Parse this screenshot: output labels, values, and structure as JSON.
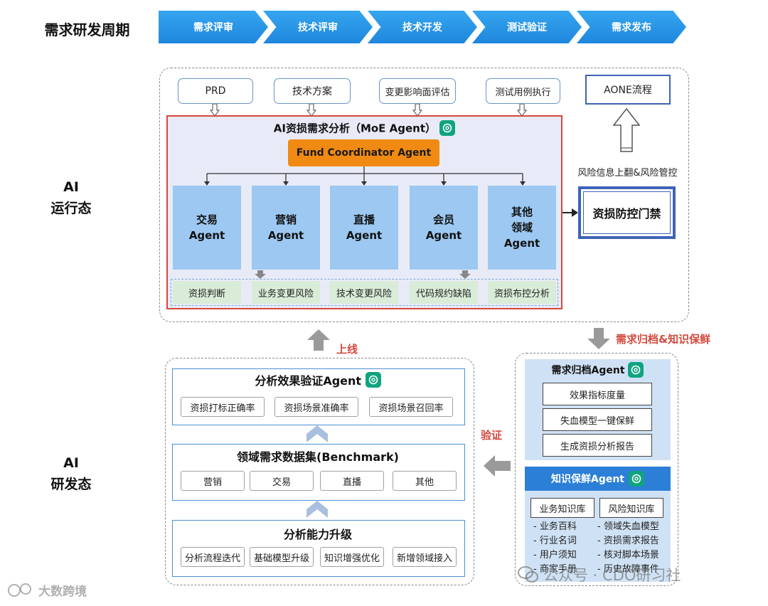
{
  "header": {
    "row_label": "需求研发周期",
    "stages": [
      "需求评审",
      "技术评审",
      "技术开发",
      "测试验证",
      "需求发布"
    ]
  },
  "sections": {
    "runtime_label_1": "AI",
    "runtime_label_2": "运行态",
    "dev_label_1": "AI",
    "dev_label_2": "研发态"
  },
  "runtime": {
    "inputs": [
      "PRD",
      "技术方案",
      "变更影响面评估",
      "测试用例执行"
    ],
    "aone": "AONE流程",
    "risk_up_label": "风险信息上翻&风险管控",
    "gate": "资损防控门禁",
    "moe_title": "AI资损需求分析（MoE Agent）",
    "coordinator": "Fund Coordinator Agent",
    "agents": [
      {
        "line1": "交易",
        "line2": "Agent",
        "line3": ""
      },
      {
        "line1": "营销",
        "line2": "Agent",
        "line3": ""
      },
      {
        "line1": "直播",
        "line2": "Agent",
        "line3": ""
      },
      {
        "line1": "会员",
        "line2": "Agent",
        "line3": ""
      },
      {
        "line1": "其他",
        "line2": "领域",
        "line3": "Agent"
      }
    ],
    "results": [
      "资损判断",
      "业务变更风险",
      "技术变更风险",
      "代码规约缺陷",
      "资损布控分析"
    ]
  },
  "flow": {
    "online": "上线",
    "archive": "需求归档&知识保鲜",
    "verify": "验证"
  },
  "dev": {
    "verify_agent": {
      "title": "分析效果验证Agent",
      "chips": [
        "资损打标正确率",
        "资损场景准确率",
        "资损场景召回率"
      ]
    },
    "benchmark": {
      "title": "领域需求数据集(Benchmark)",
      "chips": [
        "营销",
        "交易",
        "直播",
        "其他"
      ]
    },
    "upgrade": {
      "title": "分析能力升级",
      "chips": [
        "分析流程迭代",
        "基础模型升级",
        "知识增强优化",
        "新增领域接入"
      ]
    },
    "archive_agent": {
      "title": "需求归档Agent",
      "items": [
        "效果指标度量",
        "失血模型一键保鲜",
        "生成资损分析报告"
      ]
    },
    "knowledge_agent": {
      "title": "知识保鲜Agent",
      "biz_title": "业务知识库",
      "risk_title": "风险知识库",
      "biz_items": [
        "- 业务百科",
        "- 行业名词",
        "- 用户须知",
        "- 商家手册"
      ],
      "risk_items": [
        "- 领域失血模型",
        "- 资损需求报告",
        "- 核对脚本场景",
        "- 历史故障事件"
      ]
    }
  },
  "watermarks": {
    "left": "大数跨境",
    "right": "公众号 · CDO研习社"
  },
  "colors": {
    "chevron": "#2a93e6",
    "moe_border": "#d9463d",
    "moe_bg": "#e8ebf7",
    "coordinator": "#f18a12",
    "agent": "#9cc8f1",
    "result": "#d9ecd8",
    "gate_border": "#3f63b8",
    "red_label": "#d24a3e",
    "gpt_icon": "#10a37f"
  }
}
